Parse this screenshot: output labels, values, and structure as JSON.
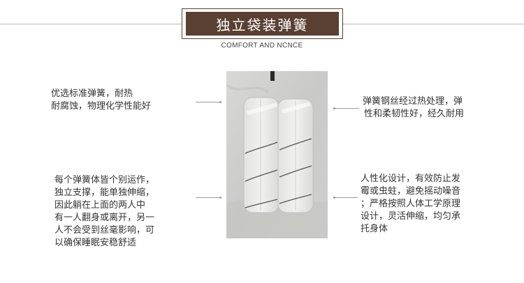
{
  "title": "独立袋装弹簧",
  "subtitle": "COMFORT AND NCNCE",
  "features": {
    "left_top": [
      "优选标准弹簧，耐热",
      "耐腐蚀，物理化学性能好"
    ],
    "right_top": [
      "弹簧钢丝经过热处理，弹",
      "性和柔韧性好，经久耐用"
    ],
    "left_bottom": [
      "每个弹簧体皆个别运作，",
      "独立支撑，能单独伸缩，",
      "因此躺在上面的两人中",
      "有一人翻身或离开，另一",
      "人不会受到丝毫影响，可",
      "以确保睡眠安稳舒适"
    ],
    "right_bottom": [
      "人性化设计，有效防止发",
      "霉或虫蛀，避免摇动噪音",
      "；严格按照人体工学原理",
      "设计，灵活伸缩，均匀承",
      "托身体"
    ]
  },
  "colors": {
    "title_bg": "#5a4032",
    "text": "#333333",
    "rule": "#b9b9b9"
  }
}
